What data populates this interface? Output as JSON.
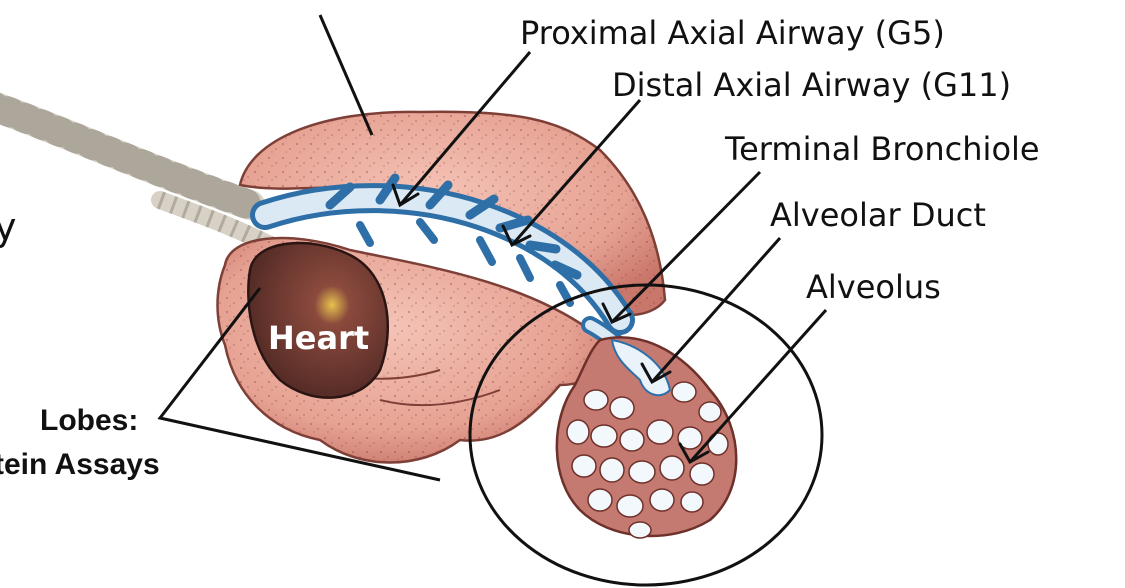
{
  "labels": {
    "proximal_axial_airway": "Proximal Axial Airway (G5)",
    "distal_axial_airway": "Distal Axial Airway (G11)",
    "terminal_bronchiole": "Terminal Bronchiole",
    "alveolar_duct": "Alveolar Duct",
    "alveolus": "Alveolus",
    "heart": "Heart",
    "lobes_partial": "Lobes:",
    "assays_partial": "tein Assays",
    "cut_letter": "y"
  },
  "colors": {
    "lung_fill": "#e9a99a",
    "lung_shadow": "#c97a6e",
    "heart_fill": "#6b3a35",
    "airway_fill": "#dbe9f4",
    "airway_blue": "#2f6fa8",
    "alveolus_rim": "#b86a62"
  }
}
